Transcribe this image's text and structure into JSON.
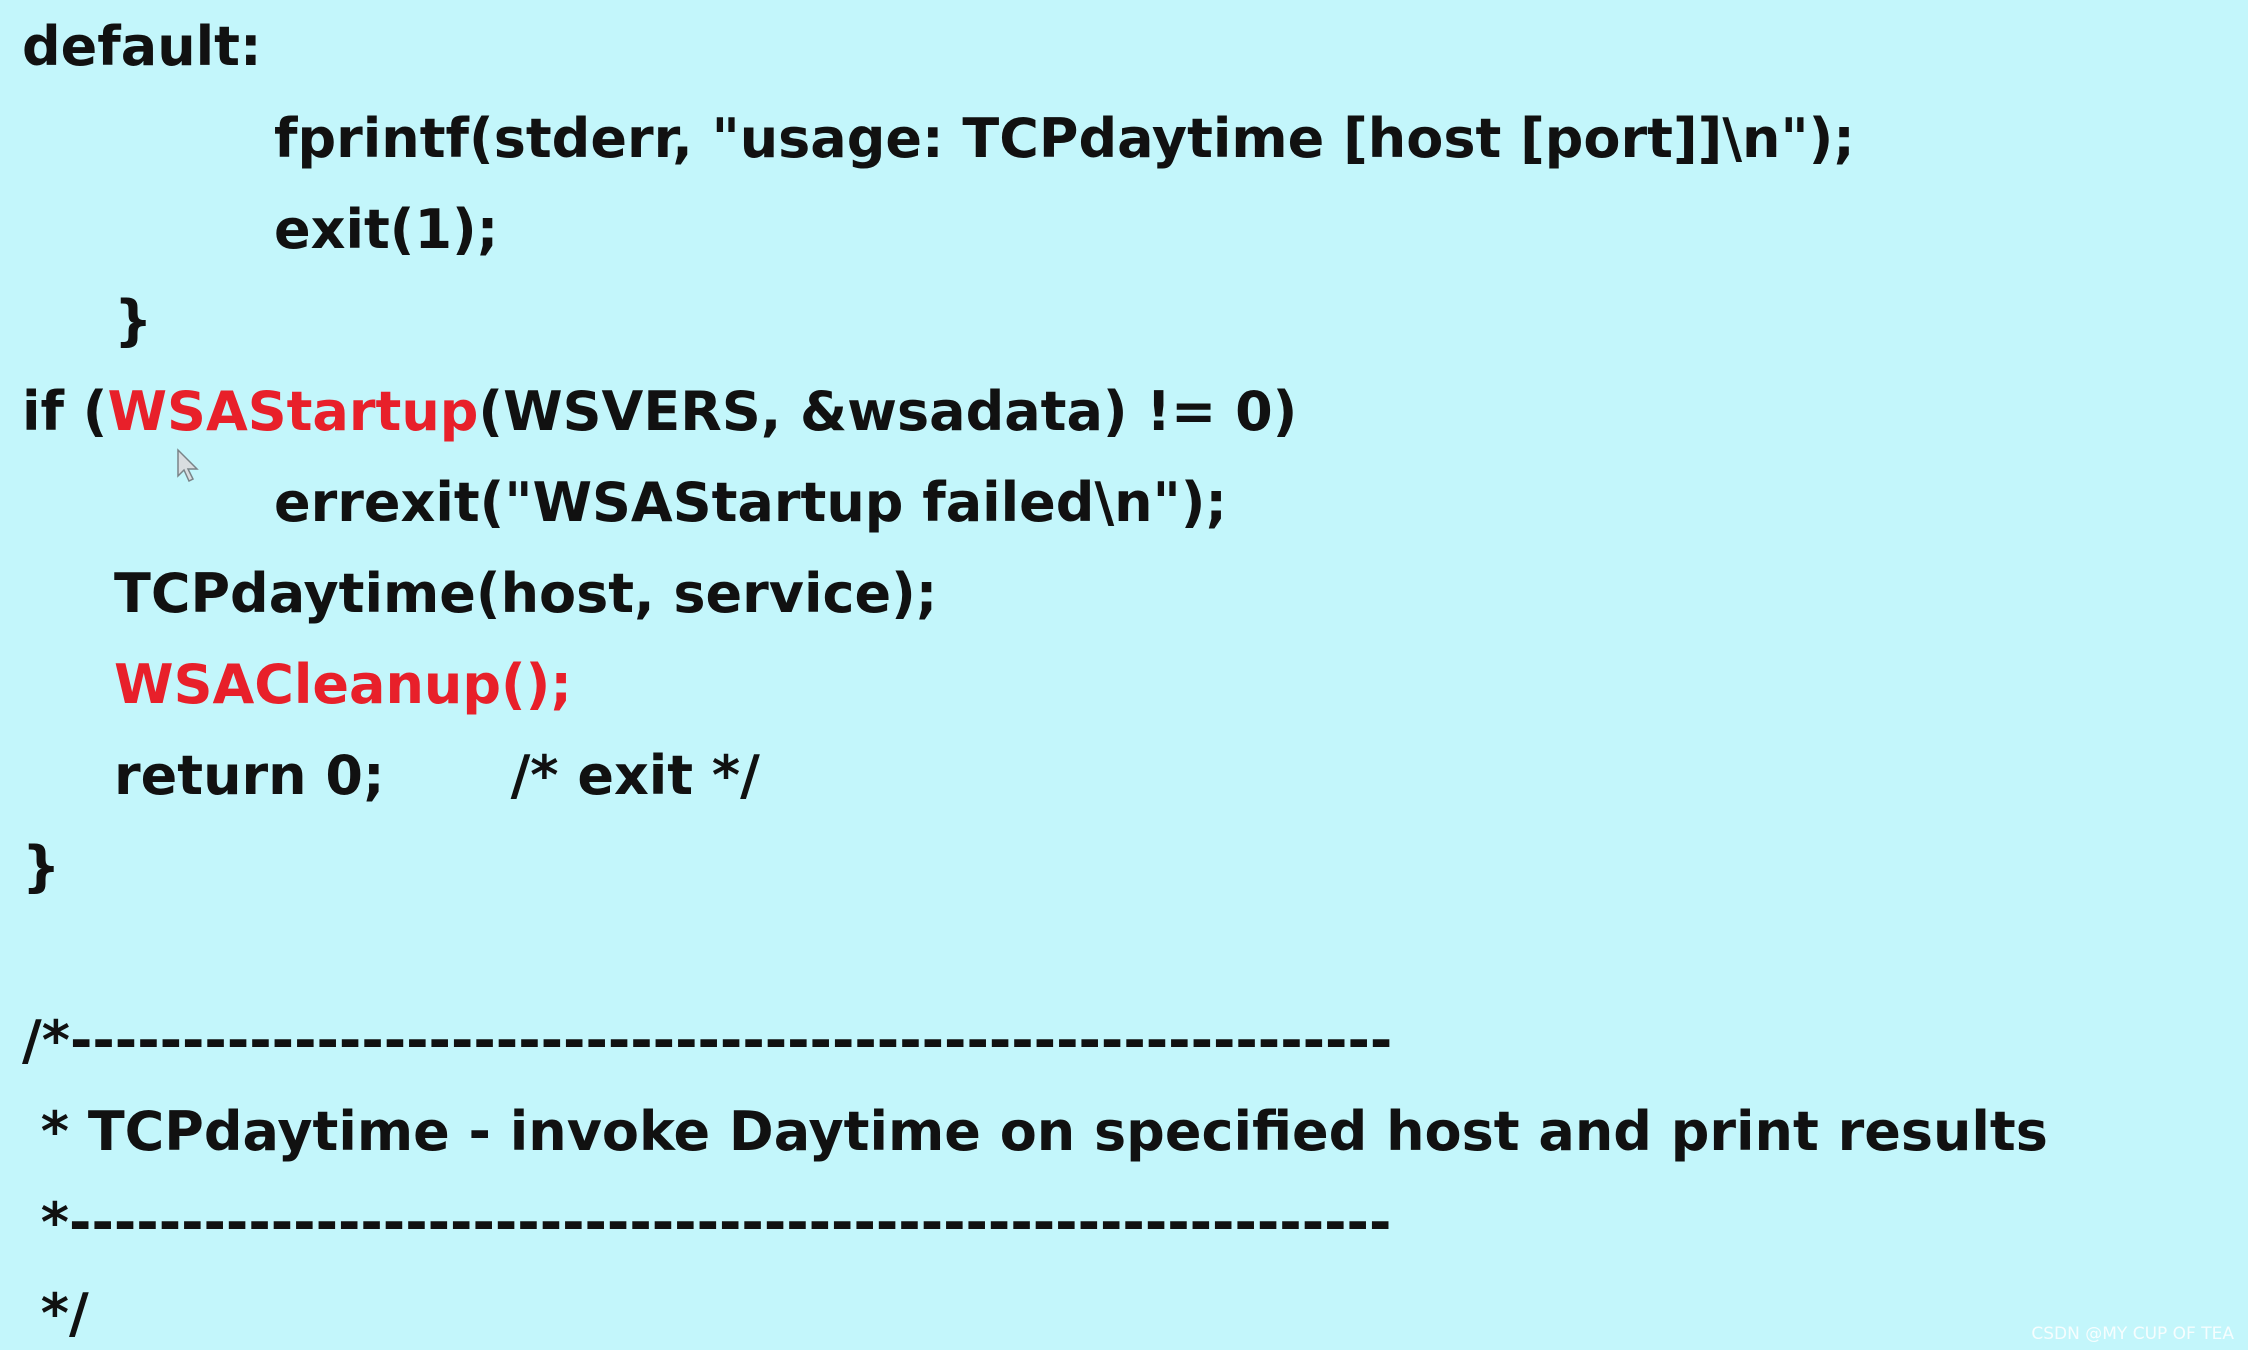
{
  "code": {
    "line1": "default:",
    "line2": "fprintf(stderr, \"usage: TCPdaytime [host [port]]\\n\");",
    "line3": "exit(1);",
    "line4": "}",
    "line5_prefix": "if (",
    "line5_func": "WSAStartup",
    "line5_suffix": "(WSVERS, &wsadata) != 0)",
    "line6": "errexit(\"WSAStartup failed\\n\");",
    "line7": "TCPdaytime(host, service);",
    "line8": "WSACleanup();",
    "line9_stmt": "return 0;",
    "line9_comment": "/* exit */",
    "line10": "}",
    "line11": "/*-----------------------------------------------------------",
    "line12": " * TCPdaytime - invoke Daytime on specified host and print results",
    "line13": " *-----------------------------------------------------------",
    "line14": " */"
  },
  "watermark": "CSDN @MY CUP OF TEA",
  "colors": {
    "background": "#c3f6fb",
    "text": "#111111",
    "highlight": "#e8202a"
  }
}
